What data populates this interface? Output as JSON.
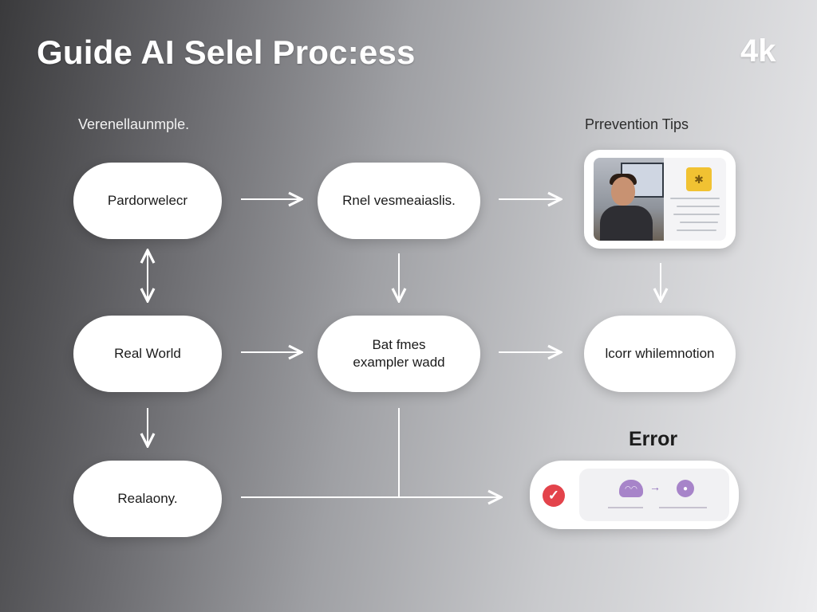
{
  "title": "Guide AI Selel Proc:ess",
  "badge": "4k",
  "headers": {
    "left": "Verenellaunmple.",
    "right": "Prrevention Tips"
  },
  "nodes": {
    "r1c1": "Pardorwelecr",
    "r1c2": "Rnel vesmeaiaslis.",
    "r2c1": "Real World",
    "r2c2_line1": "Bat fmes",
    "r2c2_line2": "exampler wadd",
    "r2c3": "lcorr whilemnotion",
    "r3c1": "Realaony."
  },
  "error": {
    "label": "Error",
    "icon": "check-icon"
  },
  "colors": {
    "error_accent": "#e3434b",
    "error_icon_purple": "#a784c9",
    "thumbnail_icon_yellow": "#f1c232"
  }
}
